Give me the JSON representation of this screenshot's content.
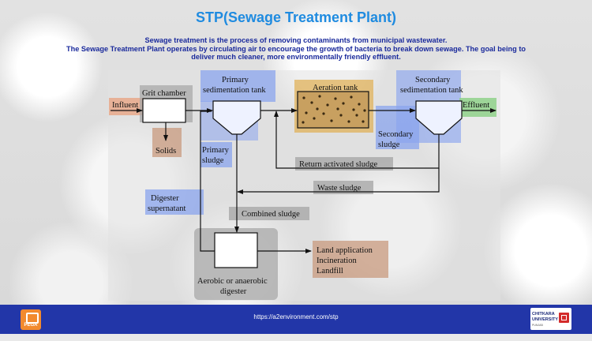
{
  "slide": {
    "title": "STP(Sewage Treatment Plant)",
    "description": [
      "Sewage treatment is the process of removing contaminants from municipal wastewater.",
      "The Sewage Treatment Plant operates by circulating air to encourage the growth of bacteria to break down sewage. The goal being to",
      "deliver much cleaner, more environmentally friendly effluent."
    ]
  },
  "diagram": {
    "influent": "Influent",
    "grit_chamber": "Grit chamber",
    "solids": "Solids",
    "primary_tank": [
      "Primary",
      "sedimentation tank"
    ],
    "primary_sludge": [
      "Primary",
      "sludge"
    ],
    "aeration_tank": "Aeration tank",
    "secondary_tank": [
      "Secondary",
      "sedimentation tank"
    ],
    "effluent": "Effluent",
    "secondary_sludge": [
      "Secondary",
      "sludge"
    ],
    "return_sludge": "Return activated sludge",
    "waste_sludge": "Waste sludge",
    "digester_supernatant": [
      "Digester",
      "supernatant"
    ],
    "combined_sludge": "Combined sludge",
    "digester": [
      "Aerobic or anaerobic",
      "digester"
    ],
    "disposal": [
      "Land application",
      "Incineration",
      "Landfill"
    ],
    "colors": {
      "influent_highlight": "#e8a88a",
      "effluent_highlight": "#8fd18a",
      "blue_highlight": "#8aa4ee",
      "gray_highlight": "#a8a8a8",
      "brown_highlight": "#c89a7e",
      "aeration_fill": "#c8a060"
    }
  },
  "footer": {
    "url": "https://a2environment.com/stp",
    "left_logo": "PEGA",
    "right_logo_name": [
      "CHITKARA",
      "UNIVERSITY"
    ],
    "right_logo_sub": "PUNJAB"
  }
}
